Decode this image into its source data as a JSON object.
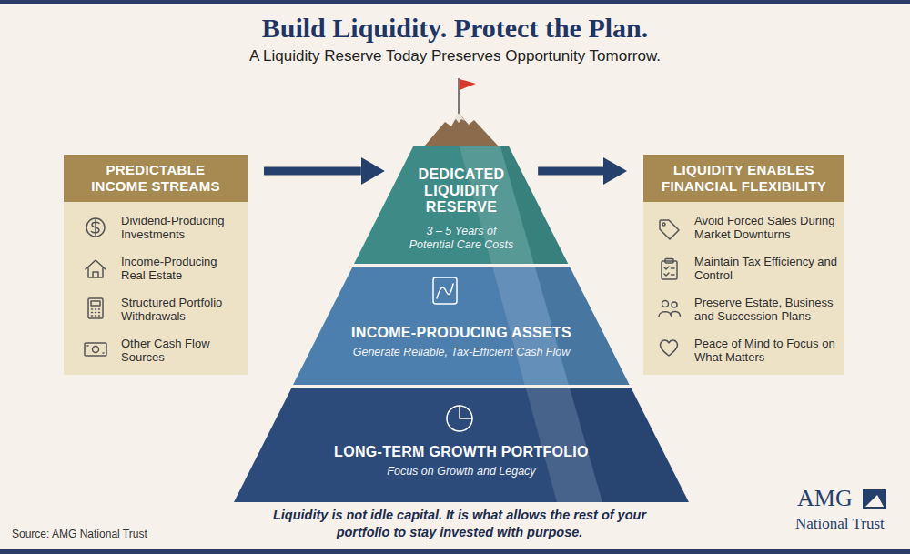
{
  "diagram": {
    "title": "Build Liquidity. Protect the Plan.",
    "caption": "Liquidity is not idle capital. It is what allows the rest of your portfolio to stay invested with purpose.",
    "nodes": [
      {
        "text": [
          "PREDICTABLE INCOME STREAMS",
          "Dividend-Producing Investments",
          "Income-Producing Real Estate",
          "Structured Portfolio Withdrawals",
          "Other Cash Flow Sources"
        ]
      },
      {
        "text": [
          "DEDICATED LIQUIDITY RESERVE",
          "3 – 5 Years of Potential Care Costs"
        ]
      },
      {
        "text": [
          "INCOME-PRODUCING ASSETS",
          "Generate Reliable, Tax-Efficient Cash Flow"
        ]
      },
      {
        "text": [
          "LONG-TERM GROWTH PORTFOLIO",
          "Focus on Growth and Legacy"
        ]
      },
      {
        "text": [
          "LIQUIDITY ENABLES FINANCIAL FLEXIBILITY",
          "Avoid Forced Sales During Market Downturns",
          "Maintain Tax Efficiency and Control",
          "Preserve Estate, Business and Succession Plans",
          "Peace of Mind to Focus on What Matters"
        ]
      }
    ],
    "edges": [
      {
        "from": 0,
        "to": 1,
        "arrow": "to"
      },
      {
        "from": 1,
        "to": 4,
        "arrow": "to"
      }
    ],
    "labels": [
      "A Liquidity Reserve Today Preserves Opportunity Tomorrow.",
      "Source: AMG National Trust",
      "AMG",
      "National Trust"
    ]
  }
}
